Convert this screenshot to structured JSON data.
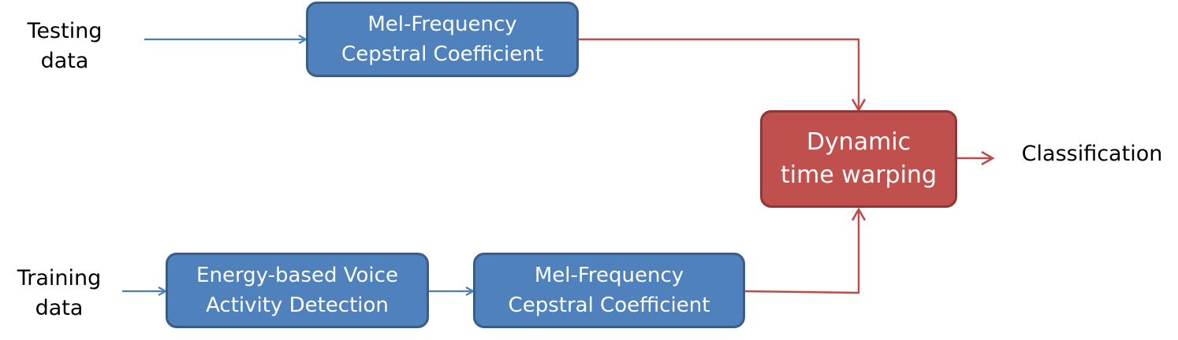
{
  "inputs": {
    "testing": "Testing\ndata",
    "training": "Training\ndata"
  },
  "blocks": {
    "mfcc_test": "Mel-Frequency\nCepstral Coefficient",
    "vad": "Energy-based Voice\nActivity Detection",
    "mfcc_train": "Mel-Frequency\nCepstral Coefficient",
    "dtw": "Dynamic\ntime warping"
  },
  "output": {
    "classification": "Classification"
  },
  "colors": {
    "blue_fill": "#4f81bd",
    "blue_border": "#385d8a",
    "blue_arrow": "#4a7ebb",
    "red_fill": "#c0504d",
    "red_border": "#8c3836",
    "red_arrow": "#be4b48"
  }
}
